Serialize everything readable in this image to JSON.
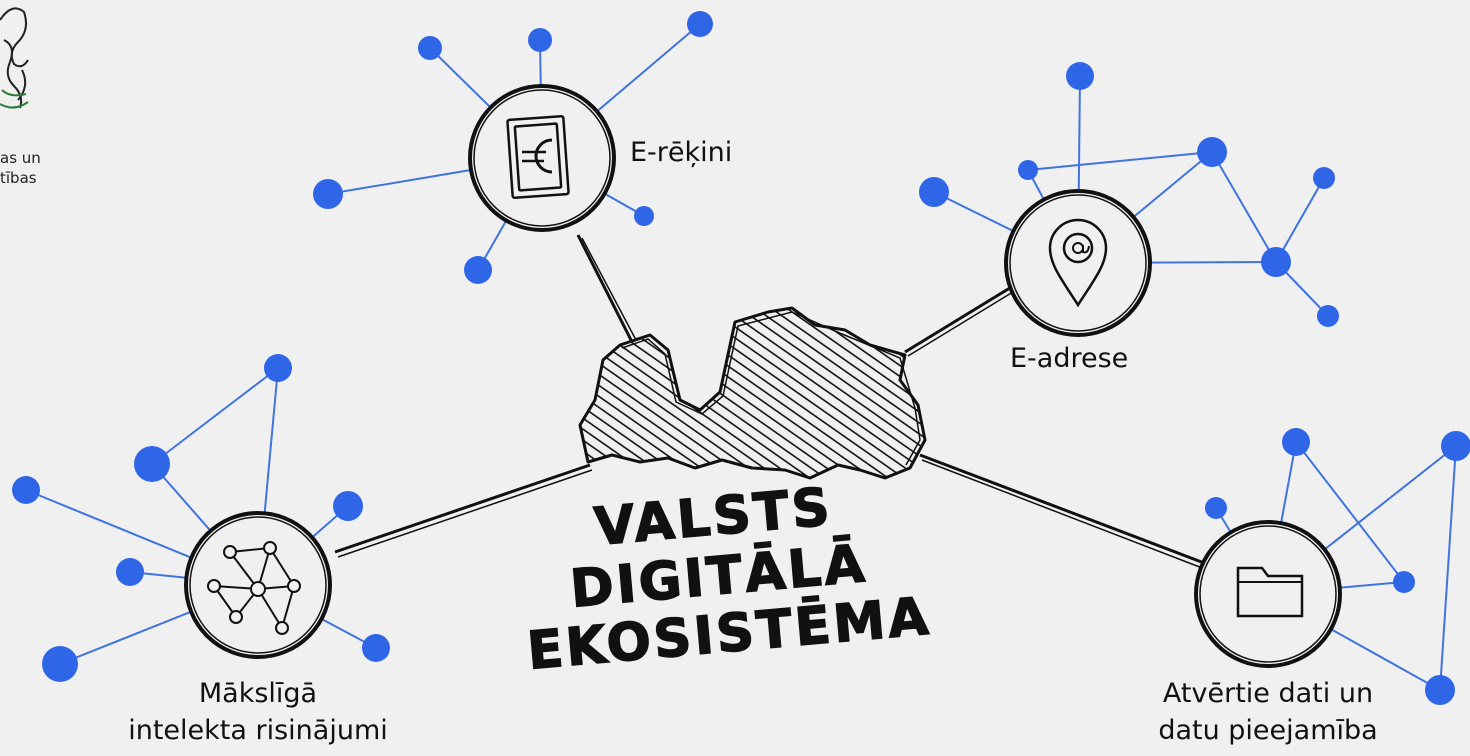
{
  "logo": {
    "text_line1": "as un",
    "text_line2": "tības"
  },
  "center": {
    "title_line1": "VALSTS",
    "title_line2": "DIGITĀLĀ",
    "title_line3": "EKOSISTĒMA"
  },
  "nodes": {
    "einvoices": {
      "label": "E-rēķini",
      "icon": "euro-document-icon"
    },
    "eaddress": {
      "label": "E-adrese",
      "icon": "map-pin-at-icon"
    },
    "ai": {
      "label_line1": "Mākslīgā",
      "label_line2": "intelekta risinājumi",
      "icon": "network-graph-icon"
    },
    "opendata": {
      "label_line1": "Atvērtie dati un",
      "label_line2": "datu pieejamība",
      "icon": "folder-icon"
    }
  },
  "colors": {
    "background": "#f0f0f0",
    "accent_blue": "#2f66e8",
    "link_blue": "#3f74e0",
    "ink": "#111111"
  }
}
